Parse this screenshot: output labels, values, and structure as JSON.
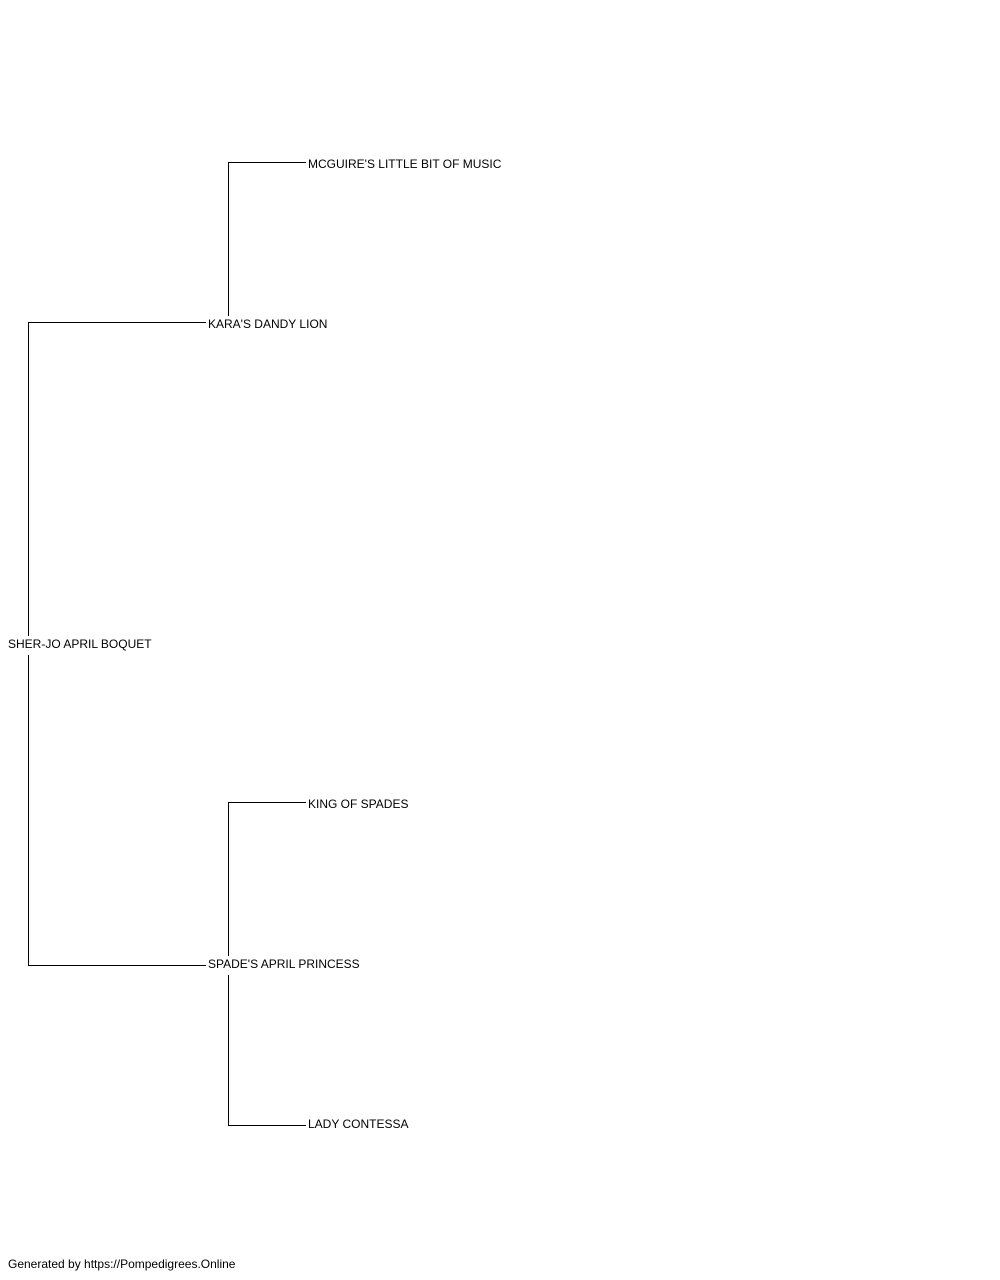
{
  "pedigree": {
    "subject": {
      "name": "SHER-JO APRIL BOQUET"
    },
    "sire": {
      "name": "KARA'S DANDY LION"
    },
    "dam": {
      "name": "SPADE'S APRIL PRINCESS"
    },
    "sire_sire": {
      "name": "MCGUIRE'S LITTLE BIT OF MUSIC"
    },
    "dam_sire": {
      "name": "KING OF SPADES"
    },
    "dam_dam": {
      "name": "LADY CONTESSA"
    }
  },
  "footer": {
    "text": "Generated by https://Pompedigrees.Online"
  }
}
